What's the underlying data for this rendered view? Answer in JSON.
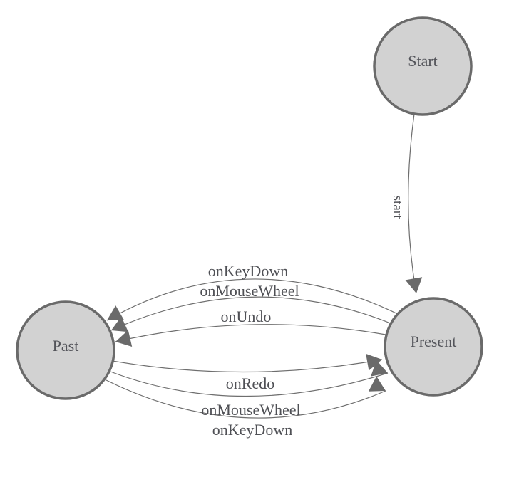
{
  "diagram": {
    "type": "state-machine-diagram",
    "colors": {
      "background": "#ffffff",
      "node_fill": "#d2d2d2",
      "node_border": "#6a6a6a",
      "edge_line": "#6e6e6e",
      "arrowhead": "#6a6a6a",
      "label_text": "#4f5055"
    },
    "nodes": [
      {
        "id": "start",
        "label": "Start"
      },
      {
        "id": "present",
        "label": "Present"
      },
      {
        "id": "past",
        "label": "Past"
      }
    ],
    "edges": [
      {
        "from": "Start",
        "to": "Present",
        "label": "start"
      },
      {
        "from": "Present",
        "to": "Past",
        "label": "onKeyDown"
      },
      {
        "from": "Present",
        "to": "Past",
        "label": "onMouseWheel"
      },
      {
        "from": "Present",
        "to": "Past",
        "label": "onUndo"
      },
      {
        "from": "Past",
        "to": "Present",
        "label": "onRedo"
      },
      {
        "from": "Past",
        "to": "Present",
        "label": "onMouseWheel"
      },
      {
        "from": "Past",
        "to": "Present",
        "label": "onKeyDown"
      }
    ]
  }
}
